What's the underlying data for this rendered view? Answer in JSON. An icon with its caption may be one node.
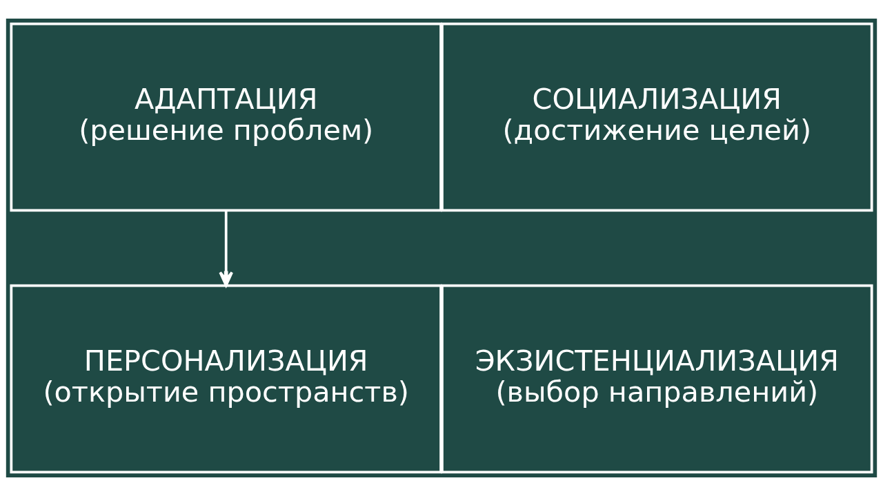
{
  "diagram": {
    "nodes": [
      {
        "text": [
          "АДАПТАЦИЯ",
          "(решение проблем)"
        ]
      },
      {
        "text": [
          "СОЦИАЛИЗАЦИЯ",
          "(достижение целей)"
        ]
      },
      {
        "text": [
          "ПЕРСОНАЛИЗАЦИЯ",
          "(открытие пространств)"
        ]
      },
      {
        "text": [
          "ЭКЗИСТЕНЦИАЛИЗАЦИЯ",
          "(выбор направлений)"
        ]
      }
    ],
    "edges": [
      {
        "from": 0,
        "to": 2,
        "arrow": "to"
      }
    ]
  }
}
